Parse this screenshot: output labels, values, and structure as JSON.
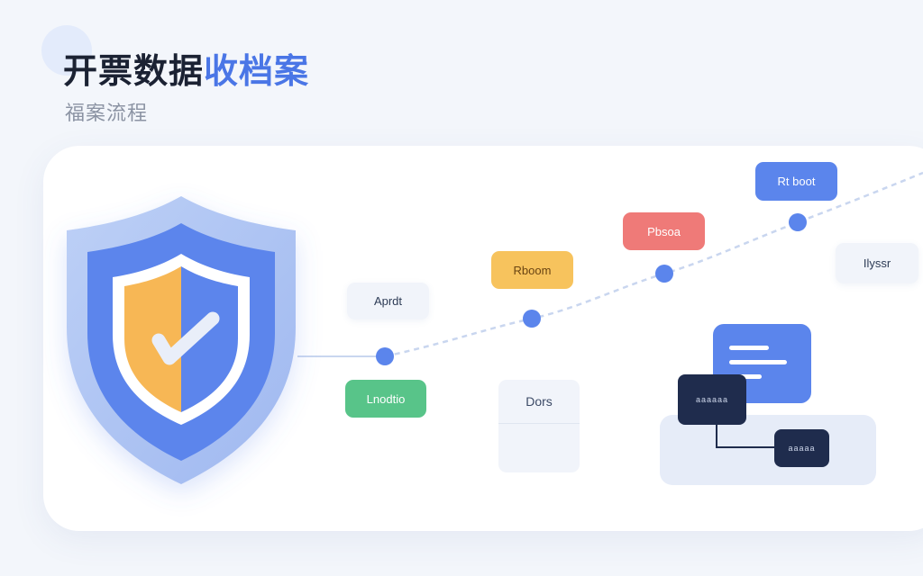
{
  "header": {
    "title_main": "开票数据",
    "title_accent": "收档案",
    "subtitle": "福案流程"
  },
  "colors": {
    "background": "#f3f6fb",
    "panel": "#ffffff",
    "title_text": "#1b2233",
    "title_accent": "#4a76e6",
    "shield_outer": "#5b85ec",
    "shield_inner_left": "#f7b754",
    "flow_node": "#5b85ec",
    "chip_orange": "#f7c35d",
    "chip_red": "#ef7a78",
    "chip_blue": "#5b85ec",
    "chip_green": "#58c489",
    "dark_box": "#1f2c4d"
  },
  "diagram": {
    "shield": {
      "icon": "shield-check-icon"
    },
    "labels": {
      "node1_top": "Aprdt",
      "node1_bottom": "Lnodtio",
      "node2_top": "Rboom",
      "node3_top": "Pbsoa",
      "node4_top": "Rt boot",
      "right": "Ilyssr",
      "docs": "Dors",
      "stack_top": "aaaaaa",
      "stack_bottom": "aaaaa"
    }
  }
}
